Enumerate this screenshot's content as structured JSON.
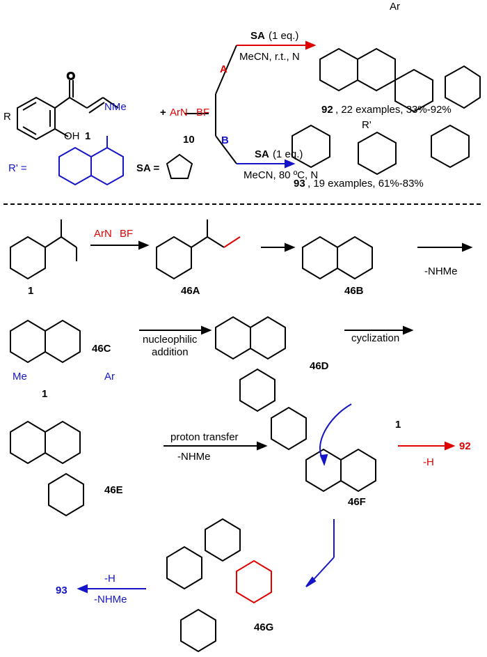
{
  "colors": {
    "ink": "#000000",
    "blue": "#1414c8",
    "red": "#e00000"
  },
  "top": {
    "reagent_ar": "ArN",
    "reagent_bf": "BF",
    "compound_1": "1",
    "compound_10": "10",
    "nme2": "NMe",
    "oh": "OH",
    "r": "R",
    "plus": "+",
    "route_a": "A",
    "route_b": "B",
    "sa_a": "SA",
    "sa_a_eq": " (1 eq.)",
    "cond_a": "MeCN, r.t., N",
    "sa_b": "SA",
    "sa_b_eq": " (1 eq.)",
    "cond_b": "MeCN, 80 ºC, N",
    "prod92_num": "92",
    "prod92_text": ", 22 examples, 33%-92%",
    "prod93_num": "93",
    "prod93_text": ", 19 examples, 61%-83%",
    "rprime": "R' =",
    "sa_def": "SA =",
    "ar": "Ar",
    "rp": "R'"
  },
  "mech": {
    "step1_reagent": "ArN",
    "step1_bf": "BF",
    "lab_46A": "46A",
    "lab_46B": "46B",
    "lab_46C": "46C",
    "lab_46D": "46D",
    "lab_46E": "46E",
    "lab_46F": "46F",
    "lab_46G": "46G",
    "lab_1a": "1",
    "lab_1b": "1",
    "lab_1c": "1",
    "minus_nhme2": "-NHMe",
    "nuc_add_1": "nucleophilic",
    "nuc_add_2": "addition",
    "cyclization": "cyclization",
    "proton_transfer": "proton transfer",
    "pt_nhme2": "-NHMe",
    "to92": "92",
    "minus_h_92": "-H",
    "to93": "93",
    "minus_h_93": "-H",
    "minus_nhme2_93": "-NHMe",
    "me2n": "Me",
    "ar1": "Ar"
  }
}
